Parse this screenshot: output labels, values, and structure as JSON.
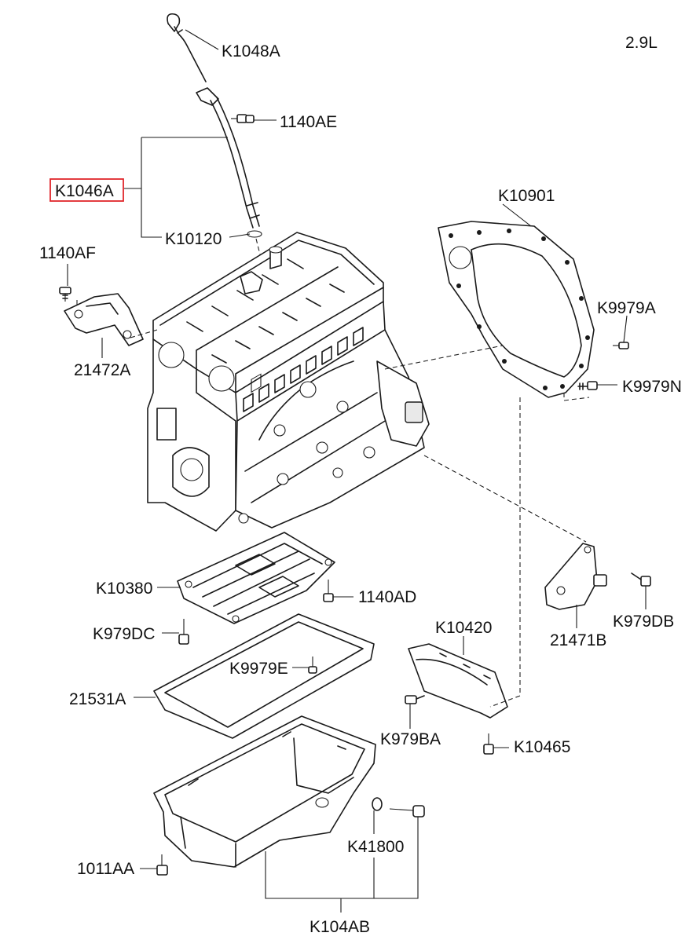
{
  "engine_variant": "2.9L",
  "highlight_color": "#e0262b",
  "parts": [
    {
      "id": "k1048a",
      "code": "K1048A"
    },
    {
      "id": "p1140ae",
      "code": "1140AE"
    },
    {
      "id": "k1046a",
      "code": "K1046A",
      "highlighted": true
    },
    {
      "id": "k10120",
      "code": "K10120"
    },
    {
      "id": "k10901",
      "code": "K10901"
    },
    {
      "id": "p1140af",
      "code": "1140AF"
    },
    {
      "id": "k9979a",
      "code": "K9979A"
    },
    {
      "id": "p21472a",
      "code": "21472A"
    },
    {
      "id": "k9979n",
      "code": "K9979N"
    },
    {
      "id": "k10380",
      "code": "K10380"
    },
    {
      "id": "p1140ad",
      "code": "1140AD"
    },
    {
      "id": "k979db",
      "code": "K979DB"
    },
    {
      "id": "k979dc",
      "code": "K979DC"
    },
    {
      "id": "k10420",
      "code": "K10420"
    },
    {
      "id": "p21471b",
      "code": "21471B"
    },
    {
      "id": "k9979e",
      "code": "K9979E"
    },
    {
      "id": "p21531a",
      "code": "21531A"
    },
    {
      "id": "k979ba",
      "code": "K979BA"
    },
    {
      "id": "k10465",
      "code": "K10465"
    },
    {
      "id": "k41800",
      "code": "K41800"
    },
    {
      "id": "p1011aa",
      "code": "1011AA"
    },
    {
      "id": "k104ab",
      "code": "K104AB"
    }
  ]
}
